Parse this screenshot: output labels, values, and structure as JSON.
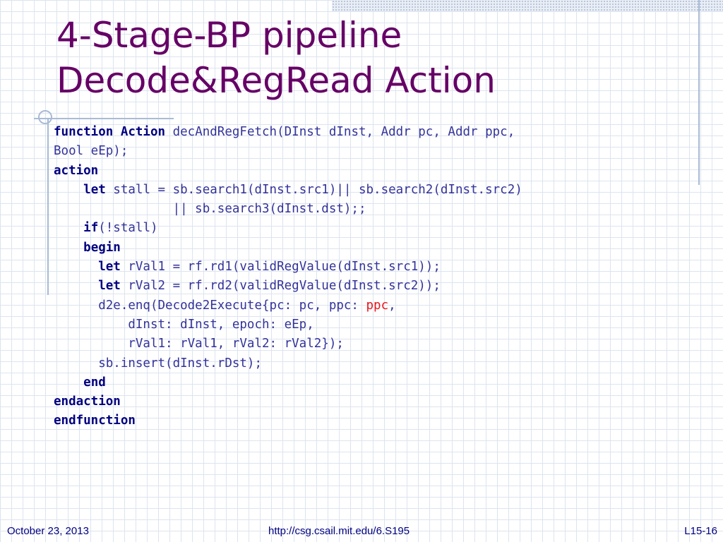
{
  "slide": {
    "title_line1": "4-Stage-BP pipeline",
    "title_line2": "Decode&RegRead Action"
  },
  "code": {
    "l1_kw": "function Action",
    "l1_text": " decAndRegFetch(DInst dInst, Addr pc, Addr ppc,",
    "l2_text": "Bool eEp);",
    "l3_kw": "action",
    "l4_indent": "    ",
    "l4_kw": "let",
    "l4_text": " stall = sb.search1(dInst.src1)|| sb.search2(dInst.src2)",
    "l5_text": "                || sb.search3(dInst.dst);;",
    "l6_indent": "    ",
    "l6_kw": "if",
    "l6_text": "(!stall)",
    "l7_indent": "    ",
    "l7_kw": "begin",
    "l8_indent": "      ",
    "l8_kw": "let",
    "l8_text": " rVal1 = rf.rd1(validRegValue(dInst.src1));",
    "l9_indent": "      ",
    "l9_kw": "let",
    "l9_text": " rVal2 = rf.rd2(validRegValue(dInst.src2));",
    "l10_pre": "      d2e.enq(Decode2Execute{pc: pc, ppc: ",
    "l10_hl": "ppc",
    "l10_post": ",",
    "l11_text": "          dInst: dInst, epoch: eEp,",
    "l12_text": "          rVal1: rVal1, rVal2: rVal2});",
    "l13_text": "      sb.insert(dInst.rDst);",
    "l14_indent": "    ",
    "l14_kw": "end",
    "l15_kw": "endaction",
    "l16_kw": "endfunction"
  },
  "footer": {
    "date": "October 23, 2013",
    "url": "http://csg.csail.mit.edu/6.S195",
    "page": "L15-16"
  },
  "colors": {
    "title": "#660066",
    "code_text": "#33339a",
    "keyword": "#000080",
    "highlight": "#e8141b",
    "footer": "#000080"
  }
}
